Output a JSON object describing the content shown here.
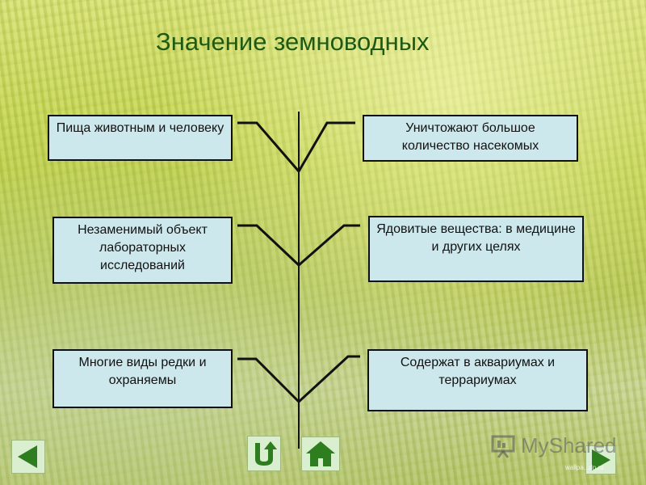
{
  "title": "Значение земноводных",
  "boxes": {
    "left": [
      "Пища животным и человеку",
      "Незаменимый объект лабораторных исследований",
      "Многие виды редки и охраняемы"
    ],
    "right": [
      "Уничтожают большое количество насекомых",
      "Ядовитые вещества: в медицине и других целях",
      "Содержат в аквариумах и террариумах"
    ]
  },
  "navigation": [
    "prev-arrow-icon",
    "return-icon",
    "home-icon",
    "next-arrow-icon"
  ],
  "watermark": {
    "logo": "MyShared",
    "credit": "wallpa...dn.ru"
  },
  "colors": {
    "title": "#1e5a14",
    "box_fill": "#cde8ec",
    "box_border": "#111111",
    "nav_arrow": "#2e7d1e"
  }
}
